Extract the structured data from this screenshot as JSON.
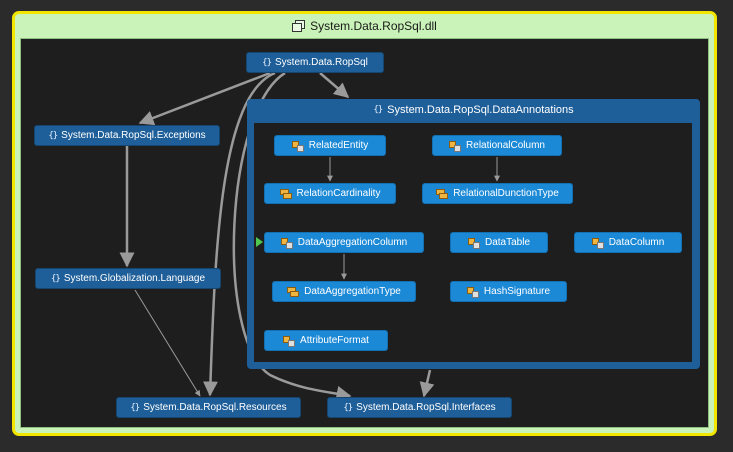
{
  "title": "System.Data.RopSql.dll",
  "namespaces": {
    "root": "System.Data.RopSql",
    "exceptions": "System.Data.RopSql.Exceptions",
    "language": "System.Globalization.Language",
    "resources": "System.Data.RopSql.Resources",
    "interfaces": "System.Data.RopSql.Interfaces",
    "annotations": "System.Data.RopSql.DataAnnotations"
  },
  "types": {
    "related_entity": "RelatedEntity",
    "relational_column": "RelationalColumn",
    "relation_cardinality": "RelationCardinality",
    "relational_junction_type": "RelationalDunctionType",
    "data_aggregation_column": "DataAggregationColumn",
    "data_table": "DataTable",
    "data_column": "DataColumn",
    "data_aggregation_type": "DataAggregationType",
    "hash_signature": "HashSignature",
    "attribute_format": "AttributeFormat"
  },
  "icons": {
    "namespace": "namespace-icon",
    "class": "class-icon",
    "enum": "enum-icon",
    "assembly": "assembly-icon"
  },
  "colors": {
    "frame_border": "#f2e500",
    "frame_fill": "#c9f3b8",
    "canvas": "#1e1e1e",
    "namespace_node": "#1f5f99",
    "type_node": "#1c89d6",
    "link": "#9a9a9a",
    "entry_marker": "#4ec94e"
  }
}
